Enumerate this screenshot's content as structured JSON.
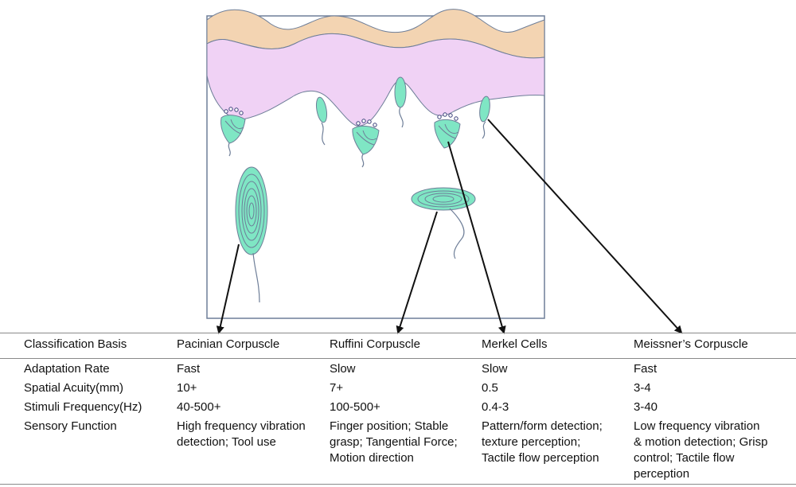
{
  "table": {
    "headers": [
      "Classification Basis",
      "Pacinian Corpuscle",
      "Ruffini Corpuscle",
      "Merkel Cells",
      "Meissner’s Corpuscle"
    ],
    "rows": [
      {
        "label": "Adaptation Rate",
        "cells": [
          [
            "Fast"
          ],
          [
            "Slow"
          ],
          [
            "Slow"
          ],
          [
            "Fast"
          ]
        ]
      },
      {
        "label": "Spatial Acuity(mm)",
        "cells": [
          [
            "10+"
          ],
          [
            "7+"
          ],
          [
            "0.5"
          ],
          [
            "3-4"
          ]
        ]
      },
      {
        "label": "Stimuli Frequency(Hz)",
        "cells": [
          [
            "40-500+"
          ],
          [
            "100-500+"
          ],
          [
            "0.4-3"
          ],
          [
            "3-40"
          ]
        ]
      },
      {
        "label": "Sensory Function",
        "cells": [
          [
            "High frequency vibration",
            "detection; Tool use"
          ],
          [
            "Finger position; Stable",
            "grasp; Tangential Force;",
            "Motion direction"
          ],
          [
            "Pattern/form detection;",
            "texture perception;",
            "Tactile flow perception"
          ],
          [
            "Low frequency vibration",
            "& motion detection; Grisp",
            "control; Tactile flow",
            "perception"
          ]
        ]
      }
    ]
  },
  "colors": {
    "epidermis": "#f3d4b2",
    "dermis": "#f0d2f5",
    "receptor": "#7fe6c4",
    "outline": "#6e7e98",
    "arrow": "#111111",
    "rule": "#8a8a8a"
  }
}
